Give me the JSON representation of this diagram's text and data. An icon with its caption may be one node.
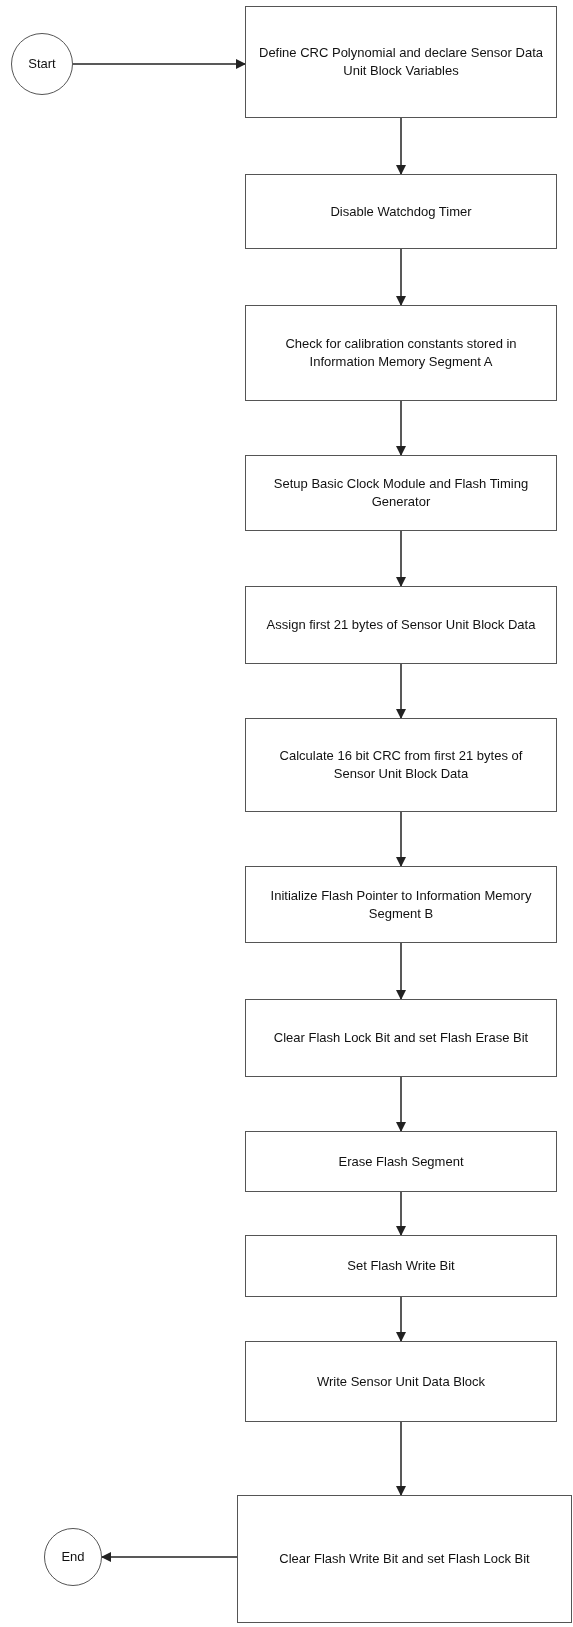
{
  "diagram": {
    "nodes": [
      {
        "text": [
          "Start"
        ]
      },
      {
        "text": [
          "Define CRC Polynomial and declare Sensor Data Unit Block Variables"
        ]
      },
      {
        "text": [
          "Disable Watchdog Timer"
        ]
      },
      {
        "text": [
          "Check for calibration constants stored in Information Memory Segment A"
        ]
      },
      {
        "text": [
          "Setup Basic Clock Module and Flash Timing Generator"
        ]
      },
      {
        "text": [
          "Assign first 21 bytes of Sensor Unit Block Data"
        ]
      },
      {
        "text": [
          "Calculate 16 bit CRC from first 21 bytes of Sensor Unit Block Data"
        ]
      },
      {
        "text": [
          "Initialize Flash Pointer to Information Memory Segment B"
        ]
      },
      {
        "text": [
          "Clear Flash Lock Bit and set Flash Erase Bit"
        ]
      },
      {
        "text": [
          "Erase Flash Segment"
        ]
      },
      {
        "text": [
          "Set Flash Write Bit"
        ]
      },
      {
        "text": [
          "Write Sensor Unit Data Block"
        ]
      },
      {
        "text": [
          "Clear Flash Write Bit and set Flash Lock Bit"
        ]
      },
      {
        "text": [
          "End"
        ]
      }
    ],
    "edges": [
      {
        "from": 0,
        "to": 1,
        "arrow": "to"
      },
      {
        "from": 1,
        "to": 2,
        "arrow": "to"
      },
      {
        "from": 2,
        "to": 3,
        "arrow": "to"
      },
      {
        "from": 3,
        "to": 4,
        "arrow": "to"
      },
      {
        "from": 4,
        "to": 5,
        "arrow": "to"
      },
      {
        "from": 5,
        "to": 6,
        "arrow": "to"
      },
      {
        "from": 6,
        "to": 7,
        "arrow": "to"
      },
      {
        "from": 7,
        "to": 8,
        "arrow": "to"
      },
      {
        "from": 8,
        "to": 9,
        "arrow": "to"
      },
      {
        "from": 9,
        "to": 10,
        "arrow": "to"
      },
      {
        "from": 10,
        "to": 11,
        "arrow": "to"
      },
      {
        "from": 11,
        "to": 12,
        "arrow": "to"
      },
      {
        "from": 12,
        "to": 13,
        "arrow": "to"
      }
    ]
  }
}
